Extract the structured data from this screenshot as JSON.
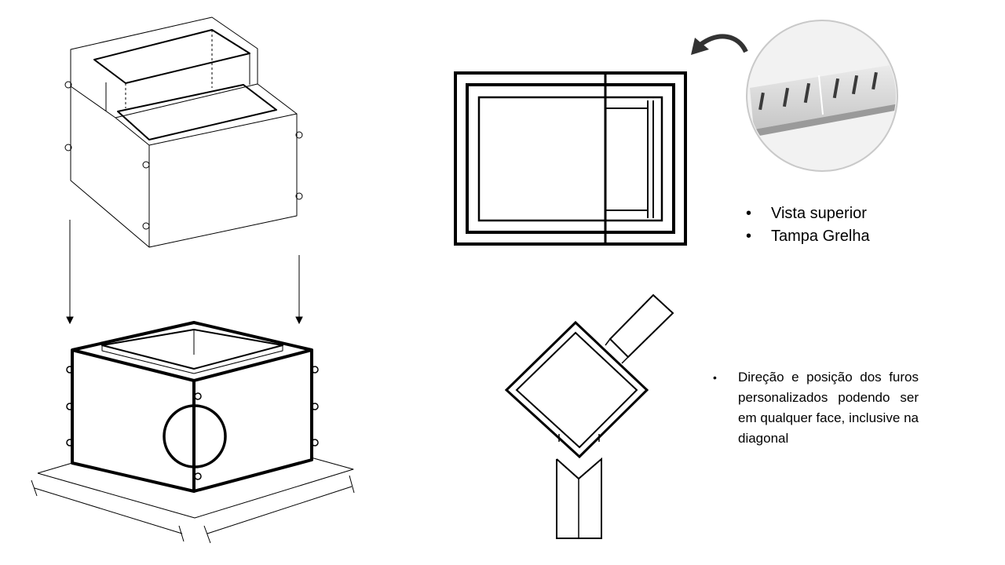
{
  "top_view": {
    "bullets": [
      "Vista superior",
      "Tampa Grelha"
    ]
  },
  "diagonal_view": {
    "note": "Direção e posição dos furos personalizados podendo ser em qualquer face, inclusive na diagonal"
  },
  "colors": {
    "line": "#000000",
    "grate_surface": "#d4d4d4",
    "photo_background": "#f2f2f2"
  }
}
